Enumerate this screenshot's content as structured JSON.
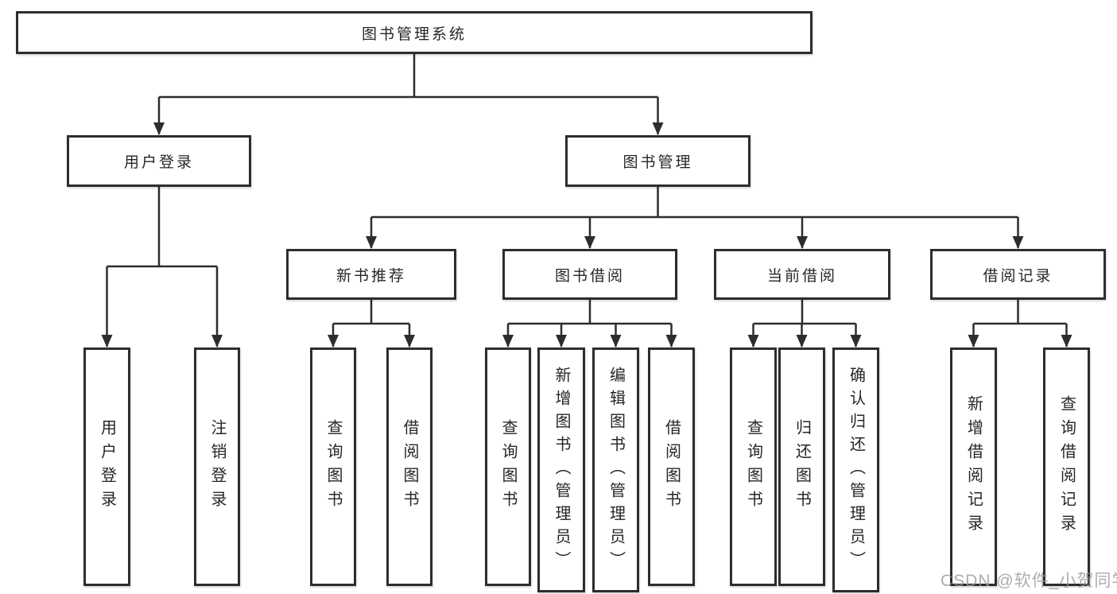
{
  "diagram_type": "tree",
  "tree": {
    "root": {
      "label": "图书管理系统",
      "children": [
        {
          "label": "用户登录",
          "children": [
            {
              "label": "用户登录"
            },
            {
              "label": "注销登录"
            }
          ]
        },
        {
          "label": "图书管理",
          "children": [
            {
              "label": "新书推荐",
              "children": [
                {
                  "label": "查询图书"
                },
                {
                  "label": "借阅图书"
                }
              ]
            },
            {
              "label": "图书借阅",
              "children": [
                {
                  "label": "查询图书"
                },
                {
                  "label": "新增图书（管理员）"
                },
                {
                  "label": "编辑图书（管理员）"
                },
                {
                  "label": "借阅图书"
                }
              ]
            },
            {
              "label": "当前借阅",
              "children": [
                {
                  "label": "查询图书"
                },
                {
                  "label": "归还图书"
                },
                {
                  "label": "确认归还（管理员）"
                }
              ]
            },
            {
              "label": "借阅记录",
              "children": [
                {
                  "label": "新增借阅记录"
                },
                {
                  "label": "查询借阅记录"
                }
              ]
            }
          ]
        }
      ]
    }
  },
  "watermark": {
    "text": "CSDN @软件_小贺同学"
  },
  "colors": {
    "line": "#2d2d2d",
    "box_border": "#2d2d2d",
    "box_background": "#ffffff",
    "label_text": "#262626",
    "watermark": "#989898",
    "page_background": "#ffffff"
  }
}
